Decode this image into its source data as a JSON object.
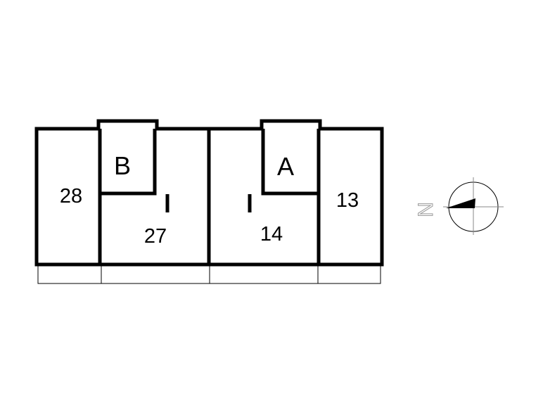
{
  "plan": {
    "units": [
      {
        "id": "28",
        "label": "28"
      },
      {
        "id": "27",
        "label": "27"
      },
      {
        "id": "14",
        "label": "14"
      },
      {
        "id": "13",
        "label": "13"
      }
    ],
    "annexes": [
      {
        "id": "B",
        "label": "B"
      },
      {
        "id": "A",
        "label": "A"
      }
    ],
    "colors": {
      "wall": "#000000",
      "background": "#ffffff",
      "compass": "#888888"
    }
  },
  "compass": {
    "direction_label": "N",
    "icon": "north-arrow-icon"
  }
}
